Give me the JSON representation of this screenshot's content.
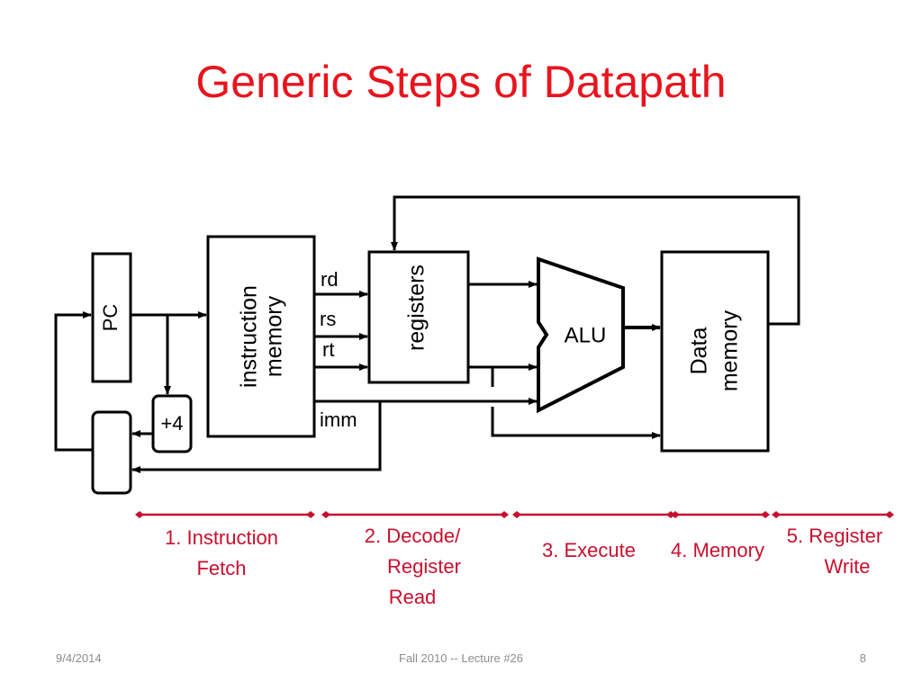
{
  "slide": {
    "title": "Generic Steps of Datapath",
    "footer": {
      "date": "9/4/2014",
      "course": "Fall 2010 -- Lecture #26",
      "page": "8"
    }
  },
  "diagram": {
    "blocks": {
      "pc": "PC",
      "adder": "+4",
      "instruction_memory": [
        "instruction",
        "memory"
      ],
      "registers": "registers",
      "alu": "ALU",
      "data_memory": [
        "Data",
        "memory"
      ]
    },
    "signals": {
      "rd": "rd",
      "rs": "rs",
      "rt": "rt",
      "imm": "imm"
    },
    "stages": [
      {
        "lines": [
          "1. Instruction",
          "Fetch"
        ]
      },
      {
        "lines": [
          "2. Decode/",
          "Register",
          "Read"
        ]
      },
      {
        "lines": [
          "3. Execute"
        ]
      },
      {
        "lines": [
          "4. Memory"
        ]
      },
      {
        "lines": [
          "5. Register",
          "Write"
        ]
      }
    ],
    "colors": {
      "title": "#e8141e",
      "stage": "#c8102e",
      "lines": "#000000",
      "footer": "#8c8c8c"
    }
  }
}
